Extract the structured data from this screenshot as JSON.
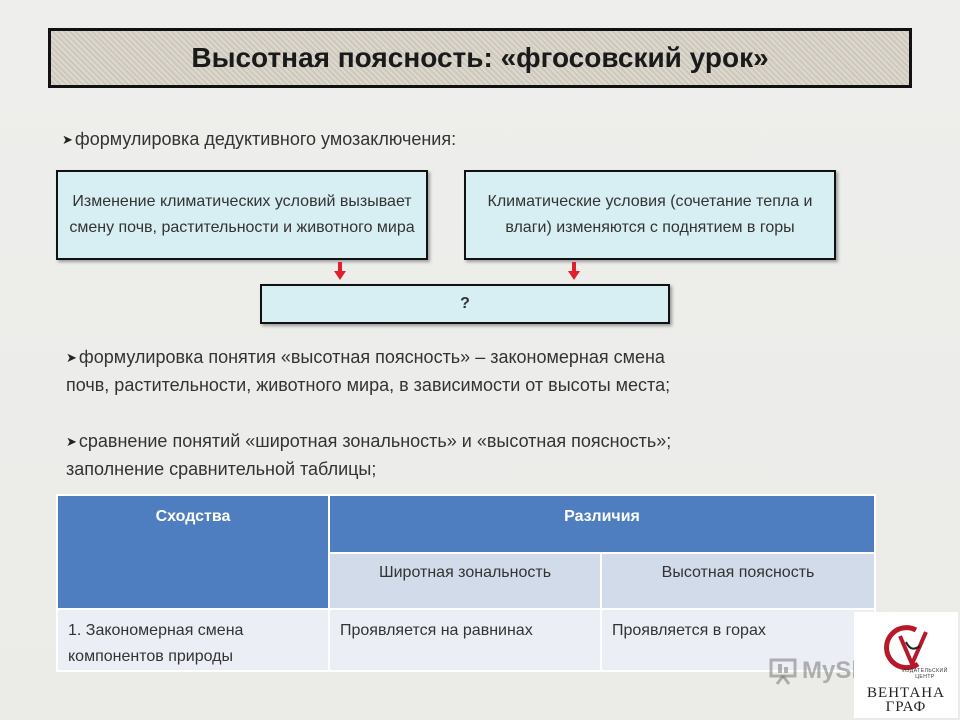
{
  "title": "Высотная поясность: «фгосовский урок»",
  "bullets": {
    "first": "формулировка дедуктивного  умозаключения:",
    "second_line1": "формулировка понятия «высотная поясность» – закономерная смена",
    "second_line2": "почв, растительности, животного мира, в зависимости от высоты места;",
    "third_line1": "сравнение понятий «широтная зональность» и «высотная поясность»;",
    "third_line2": "заполнение сравнительной таблицы;"
  },
  "boxes": {
    "left": "Изменение  климатических  условий вызывает смену почв, растительности и животного мира",
    "right": "Климатические  условия (сочетание тепла и влаги) изменяются  с поднятием  в горы",
    "result": "?"
  },
  "table": {
    "header_similarities": "Сходства",
    "header_differences": "Различия",
    "sub_latitudinal": "Широтная зональность",
    "sub_altitudinal": "Высотная поясность",
    "row1_similarity": "1. Закономерная смена компонентов природы",
    "row1_latitudinal": "Проявляется на равнинах",
    "row1_altitudinal": "Проявляется в горах"
  },
  "watermark": "MyShared",
  "logo": {
    "line1": "ВЕНТАНА",
    "line2": "ГРАФ",
    "small": "ИЗДАТЕЛЬСКИЙ ЦЕНТР"
  },
  "colors": {
    "arrow_red": "#e0202a",
    "box_fill": "#d7eef2",
    "table_header": "#4f7ec0",
    "logo_red": "#b8182a"
  }
}
